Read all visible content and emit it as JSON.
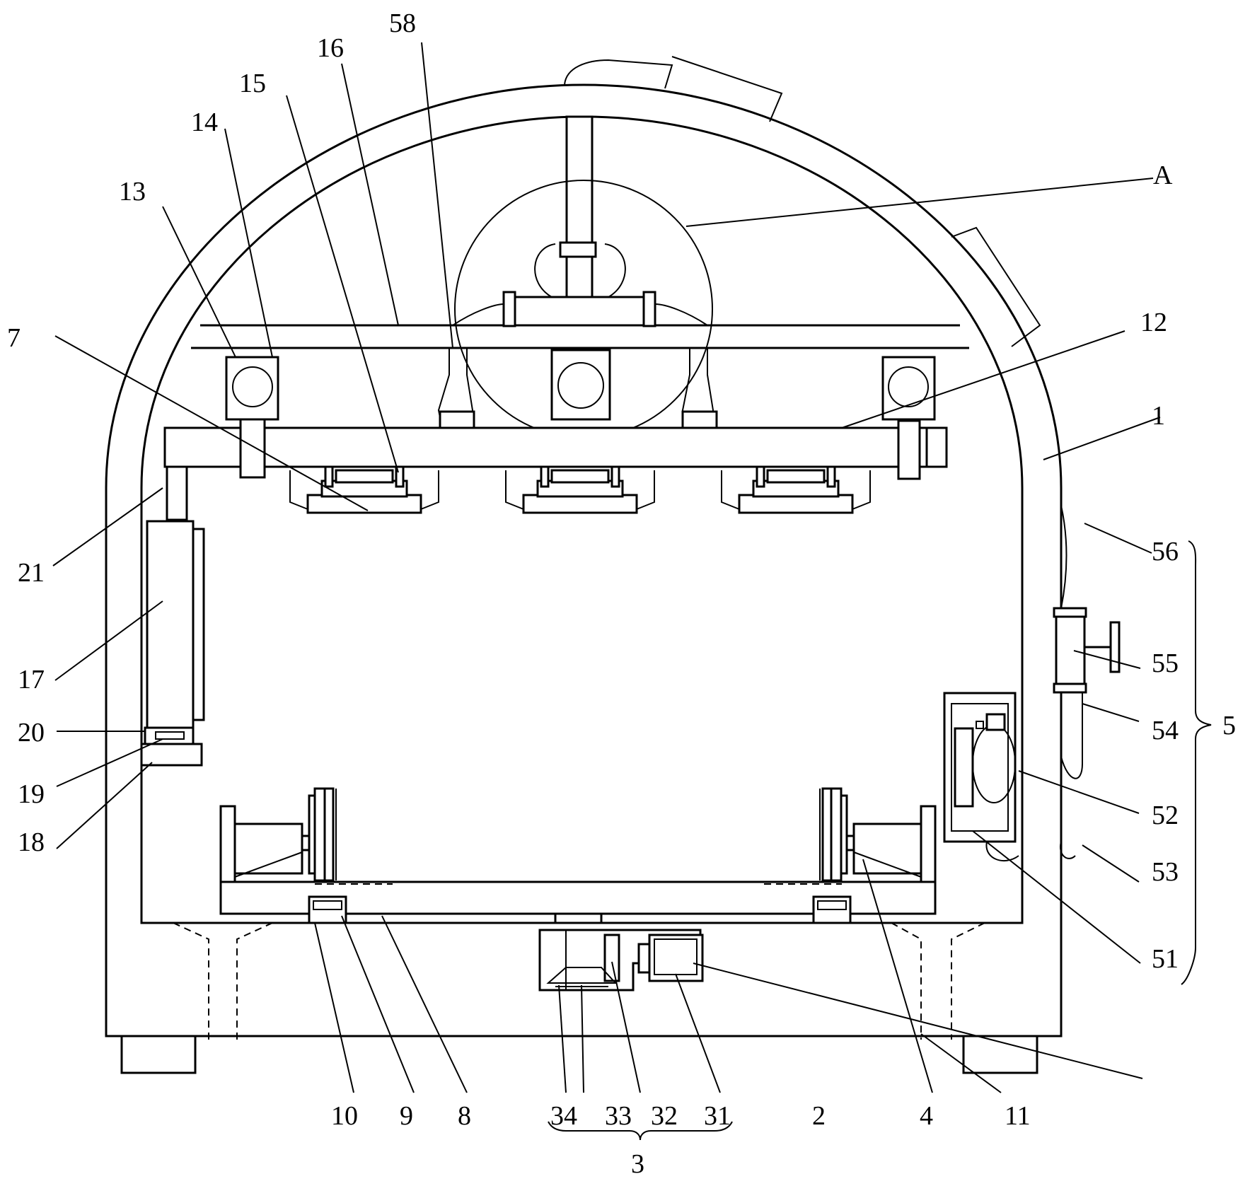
{
  "labels": {
    "l1": "1",
    "l2": "2",
    "l3": "3",
    "l4": "4",
    "l5": "5",
    "l7": "7",
    "l8": "8",
    "l9": "9",
    "l10": "10",
    "l11": "11",
    "l12": "12",
    "l13": "13",
    "l14": "14",
    "l15": "15",
    "l16": "16",
    "l17": "17",
    "l18": "18",
    "l19": "19",
    "l20": "20",
    "l21": "21",
    "l31": "31",
    "l32": "32",
    "l33": "33",
    "l34": "34",
    "l51": "51",
    "l52": "52",
    "l53": "53",
    "l54": "54",
    "l55": "55",
    "l56": "56",
    "l58": "58",
    "lA": "A"
  }
}
